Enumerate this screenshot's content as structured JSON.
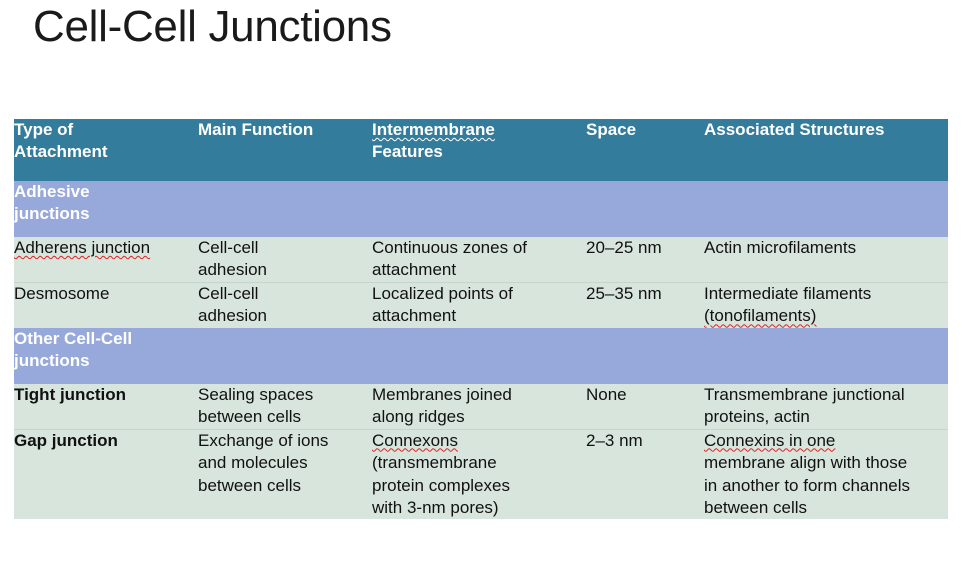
{
  "slide": {
    "title": "Cell-Cell Junctions"
  },
  "colors": {
    "header_band": "#347c9c",
    "section_band": "#97a8db",
    "cell_background": "#d8e5dd",
    "header_text": "#ffffff",
    "body_text": "#111111",
    "spellcheck_underline": "#e02020",
    "slide_background": "#ffffff"
  },
  "table": {
    "columns": [
      {
        "key": "type",
        "header_line1": "Type of",
        "header_line2": "Attachment",
        "spellcheck": false
      },
      {
        "key": "func",
        "header_line1": "Main Function",
        "header_line2": "",
        "spellcheck": false
      },
      {
        "key": "inter",
        "header_line1": "Intermembrane",
        "header_line2": "Features",
        "spellcheck": true
      },
      {
        "key": "space",
        "header_line1": "Space",
        "header_line2": "",
        "spellcheck": false
      },
      {
        "key": "assoc",
        "header_line1": "Associated Structures",
        "header_line2": "",
        "spellcheck": false
      }
    ],
    "sections": [
      {
        "title_line1": "Adhesive",
        "title_line2": "junctions",
        "rows": [
          {
            "type": "Adherens junction",
            "type_bold": false,
            "type_spellcheck": true,
            "func_line1": "Cell-cell",
            "func_line2": "adhesion",
            "inter_line1": "Continuous zones of",
            "inter_line2": "attachment",
            "inter_line3": "",
            "inter_line4": "",
            "space": "20–25 nm",
            "assoc_line1": "Actin microfilaments",
            "assoc_line2": "",
            "assoc_line3": "",
            "assoc_line4": ""
          },
          {
            "type": "Desmosome",
            "type_bold": false,
            "type_spellcheck": false,
            "func_line1": "Cell-cell",
            "func_line2": "adhesion",
            "inter_line1": "Localized points of",
            "inter_line2": "attachment",
            "inter_line3": "",
            "inter_line4": "",
            "space": "25–35 nm",
            "assoc_line1": "Intermediate filaments",
            "assoc_line2": "(tonofilaments)",
            "assoc_line2_spellcheck": true,
            "assoc_line3": "",
            "assoc_line4": ""
          }
        ]
      },
      {
        "title_line1": "Other Cell-Cell",
        "title_line2": "junctions",
        "rows": [
          {
            "type": "Tight junction",
            "type_bold": true,
            "type_spellcheck": false,
            "func_line1": "Sealing spaces",
            "func_line2": "between cells",
            "inter_line1": "Membranes joined",
            "inter_line2": "along ridges",
            "inter_line3": "",
            "inter_line4": "",
            "space": "None",
            "assoc_line1": "Transmembrane junctional",
            "assoc_line2": "proteins, actin",
            "assoc_line3": "",
            "assoc_line4": ""
          },
          {
            "type": "Gap junction",
            "type_bold": true,
            "type_spellcheck": false,
            "func_line1": "Exchange of ions",
            "func_line2": "and molecules",
            "func_line3": "between cells",
            "inter_line1": "Connexons",
            "inter_line1_spellcheck": true,
            "inter_line2": "(transmembrane",
            "inter_line3": "protein complexes",
            "inter_line4": "with 3-nm pores)",
            "space": "2–3 nm",
            "assoc_line1": "Connexins in one",
            "assoc_line1_spellcheck": true,
            "assoc_line2": "membrane align with those",
            "assoc_line3": "in another to form channels",
            "assoc_line4": "between cells"
          }
        ]
      }
    ]
  }
}
